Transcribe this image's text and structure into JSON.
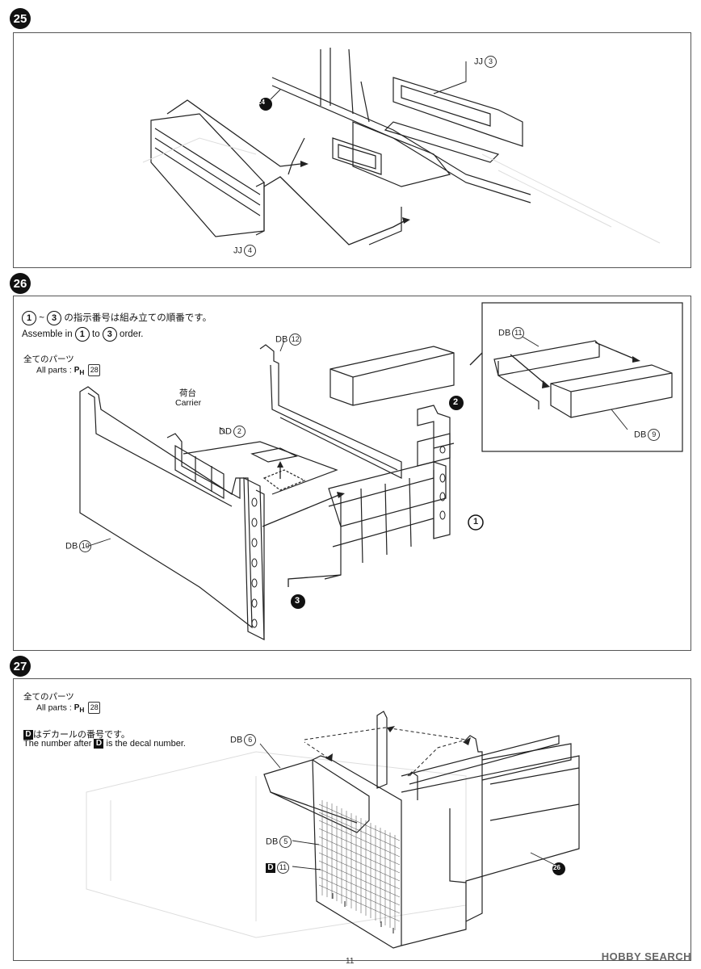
{
  "steps": [
    {
      "number": "25"
    },
    {
      "number": "26"
    },
    {
      "number": "27"
    }
  ],
  "step25": {
    "labels": {
      "jj3_prefix": "JJ",
      "jj3_num": "3",
      "jj4_prefix": "JJ",
      "jj4_num": "4",
      "ref_num": "24"
    }
  },
  "step26": {
    "order_ja_start": "1",
    "order_ja_end": "3",
    "order_ja_text": "の指示番号は組み立ての順番です。",
    "order_en_prefix": "Assemble in",
    "order_en_start": "1",
    "order_en_mid": "to",
    "order_en_end": "3",
    "order_en_suffix": "order.",
    "allparts_ja": "全てのパーツ",
    "allparts_en": "All parts",
    "allparts_ref_prefix": "P",
    "allparts_ref_sub": "H",
    "allparts_ref_num": "28",
    "carrier_ja": "荷台",
    "carrier_en": "Carrier",
    "labels": {
      "db12_prefix": "DB",
      "db12_num": "12",
      "dd2_prefix": "DD",
      "dd2_num": "2",
      "db10_prefix": "DB",
      "db10_num": "10",
      "db11_prefix": "DB",
      "db11_num": "11",
      "db9_prefix": "DB",
      "db9_num": "9"
    },
    "order_markers": {
      "first": "1",
      "second": "2",
      "third": "3"
    }
  },
  "step27": {
    "allparts_ja": "全てのパーツ",
    "allparts_en": "All parts",
    "allparts_ref_prefix": "P",
    "allparts_ref_sub": "H",
    "allparts_ref_num": "28",
    "decal_letter": "D",
    "decal_ja_text": "はデカールの番号です。",
    "decal_en_prefix": "The number after",
    "decal_en_suffix": "is the decal number.",
    "labels": {
      "db6_prefix": "DB",
      "db6_num": "6",
      "db5_prefix": "DB",
      "db5_num": "5",
      "d11_num": "11",
      "ref_num": "26"
    }
  },
  "page_number": "11",
  "watermark": "HOBBY SEARCH"
}
